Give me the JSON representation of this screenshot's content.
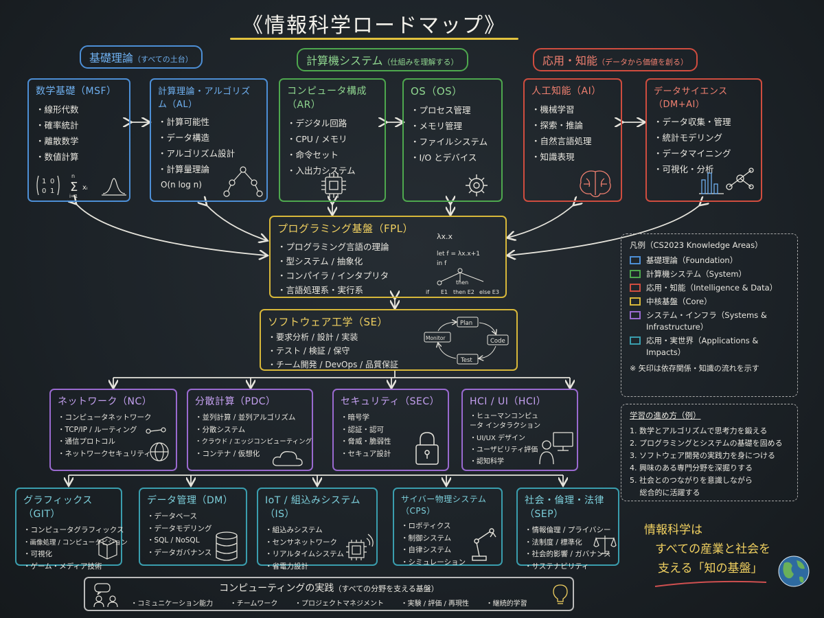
{
  "title": "《情報科学ロードマップ》",
  "categories": {
    "foundation": {
      "label": "基礎理論",
      "sub": "（すべての土台）"
    },
    "system": {
      "label": "計算機システム",
      "sub": "（仕組みを理解する）"
    },
    "intelligence": {
      "label": "応用・知能",
      "sub": "（データから価値を創る）"
    }
  },
  "msf": {
    "title": "数学基礎（MSF）",
    "items": [
      "線形代数",
      "確率統計",
      "離散数学",
      "数値計算"
    ]
  },
  "al": {
    "title": "計算理論・アルゴリズム（AL）",
    "items": [
      "計算可能性",
      "データ構造",
      "アルゴリズム設計",
      "計算量理論"
    ],
    "formula": "O(n log n)"
  },
  "ar": {
    "title": "コンピュータ構成（AR）",
    "items": [
      "デジタル回路",
      "CPU / メモリ",
      "命令セット",
      "入出力システム"
    ]
  },
  "os": {
    "title": "OS（OS）",
    "items": [
      "プロセス管理",
      "メモリ管理",
      "ファイルシステム",
      "I/O とデバイス"
    ]
  },
  "ai": {
    "title": "人工知能（AI）",
    "items": [
      "機械学習",
      "探索・推論",
      "自然言語処理",
      "知識表現"
    ]
  },
  "ds": {
    "title": "データサイエンス（DM+AI）",
    "items": [
      "データ収集・管理",
      "統計モデリング",
      "データマイニング",
      "可視化・分析"
    ]
  },
  "fpl": {
    "title": "プログラミング基盤（FPL）",
    "items": [
      "プログラミング言語の理論",
      "型システム / 抽象化",
      "コンパイラ / インタプリタ",
      "言語処理系・実行系"
    ],
    "lambda": "λx.x",
    "code1": "let f = λx.x+1",
    "code2": "in f",
    "tree_then": "then",
    "tree_if": "if",
    "tree_e1": "E1",
    "tree_e2": "then E2",
    "tree_e3": "else E3"
  },
  "se": {
    "title": "ソフトウェア工学（SE）",
    "items": [
      "要求分析 / 設計 / 実装",
      "テスト / 検証 / 保守",
      "チーム開発 / DevOps / 品質保証"
    ],
    "cycle": [
      "Plan",
      "Code",
      "Test",
      "Monitor"
    ]
  },
  "nc": {
    "title": "ネットワーク（NC）",
    "items": [
      "コンピュータネットワーク",
      "TCP/IP / ルーティング",
      "通信プロトコル",
      "ネットワークセキュリティ"
    ]
  },
  "pdc": {
    "title": "分散計算（PDC）",
    "items": [
      "並列計算 / 並列アルゴリズム",
      "分散システム",
      "クラウド / エッジコンピューティング",
      "コンテナ / 仮想化"
    ]
  },
  "sec": {
    "title": "セキュリティ（SEC）",
    "items": [
      "暗号学",
      "認証・認可",
      "脅威・脆弱性",
      "セキュア設計"
    ]
  },
  "hci": {
    "title": "HCI / UI（HCI）",
    "items": [
      "ヒューマンコンピュータ インタラクション",
      "UI/UX デザイン",
      "ユーザビリティ評価",
      "認知科学"
    ]
  },
  "git": {
    "title": "グラフィックス（GIT）",
    "items": [
      "コンピュータグラフィックス",
      "画像処理 / コンピュータビジョン",
      "可視化",
      "ゲーム・メディア技術"
    ]
  },
  "dm": {
    "title": "データ管理（DM）",
    "items": [
      "データベース",
      "データモデリング",
      "SQL / NoSQL",
      "データガバナンス"
    ]
  },
  "is": {
    "title": "IoT / 組込みシステム（IS）",
    "items": [
      "組込みシステム",
      "センサネットワーク",
      "リアルタイムシステム",
      "省電力設計"
    ]
  },
  "cps": {
    "title": "サイバー物理システム（CPS）",
    "items": [
      "ロボティクス",
      "制御システム",
      "自律システム",
      "シミュレーション"
    ]
  },
  "sep": {
    "title": "社会・倫理・法律（SEP）",
    "items": [
      "情報倫理 / プライバシー",
      "法制度 / 標準化",
      "社会的影響 / ガバナンス",
      "サステナビリティ"
    ]
  },
  "practice": {
    "title": "コンピューティングの実践",
    "sub": "（すべての分野を支える基盤）",
    "items": [
      "・コミュニケーション能力",
      "・チームワーク",
      "・プロジェクトマネジメント",
      "・実験 / 評価 / 再現性",
      "・継続的学習"
    ]
  },
  "legend": {
    "title": "凡例（CS2023 Knowledge Areas）",
    "items": [
      {
        "label": "基礎理論（Foundation）",
        "color": "#4d8fd6"
      },
      {
        "label": "計算機システム（System）",
        "color": "#4ea84e"
      },
      {
        "label": "応用・知能（Intelligence & Data）",
        "color": "#d04d3f"
      },
      {
        "label": "中核基盤（Core）",
        "color": "#d8b83a"
      },
      {
        "label": "システム・インフラ（Systems & Infrastructure）",
        "color": "#9a6ad0"
      },
      {
        "label": "応用・実世界（Applications & Impacts）",
        "color": "#3a9eae"
      }
    ],
    "note": "※ 矢印は依存関係・知識の流れを示す"
  },
  "steps": {
    "title": "学習の進め方（例）",
    "items": [
      "1. 数学とアルゴリズムで思考力を鍛える",
      "2. プログラミングとシステムの基礎を固める",
      "3. ソフトウェア開発の実践力を身につける",
      "4. 興味のある専門分野を深掘りする",
      "5. 社会とのつながりを意識しながら",
      "　 総合的に活躍する"
    ]
  },
  "slogan": {
    "line1": "情報科学は",
    "line2": "すべての産業と社会を",
    "line3": "支える「知の基盤」"
  }
}
